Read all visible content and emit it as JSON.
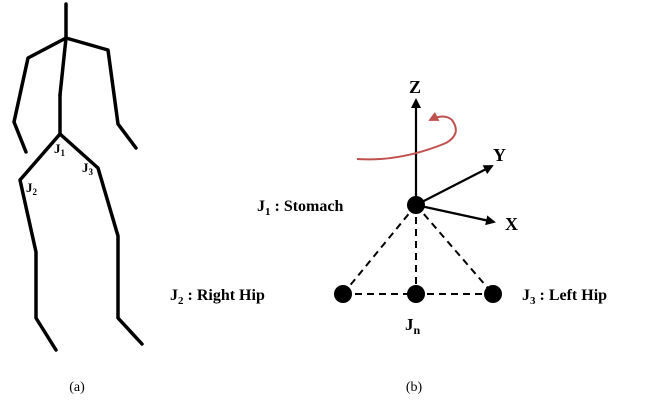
{
  "panel_a": {
    "caption": "(a)",
    "joints": [
      {
        "base": "J",
        "sub": "1"
      },
      {
        "base": "J",
        "sub": "2"
      },
      {
        "base": "J",
        "sub": "3"
      }
    ]
  },
  "panel_b": {
    "caption": "(b)",
    "axes": {
      "z": "Z",
      "y": "Y",
      "x": "X"
    },
    "stomach": {
      "base": "J",
      "sub": "1",
      "rest": " : Stomach"
    },
    "right_hip": {
      "base": "J",
      "sub": "2",
      "rest": " : Right Hip"
    },
    "left_hip": {
      "base": "J",
      "sub": "3",
      "rest": " : Left Hip"
    },
    "neck_node": {
      "base": "J",
      "sub": "n"
    }
  },
  "colors": {
    "ink": "#000000",
    "rotation_arrow": "#c0504d"
  }
}
